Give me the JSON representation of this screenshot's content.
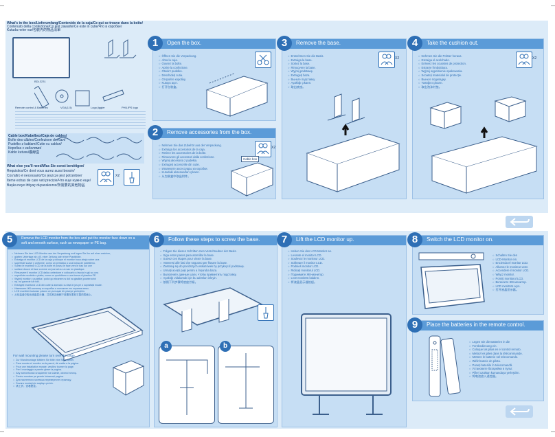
{
  "box_contents": {
    "heading": "What's in the box/Lieferumfang/Contenido de la caja/Ce qui se trouve dans la boîte/",
    "heading2": "Contenuto della confezione/Co jest zawarte/Ce este in cutie/Что в коробке/",
    "heading3": "Kutuda neler var/包裝內的物品清單",
    "model": "BDL3231",
    "items": [
      "Remote control & Batteries",
      "VGA(1.5)",
      "Logo jiggler",
      "PHILIPS logo"
    ]
  },
  "cable_box": {
    "heading": "Cable box/Kabelbox/Caja de cables/",
    "heading2": "Boîte des câbles/Confezione dei cavi/",
    "heading3": "Pudełko z kablami/Cutie cu cabluri/",
    "heading4": "Коробка с кабелями/",
    "heading5": "Kablo kutusu/纜線盒"
  },
  "what_you_need": {
    "heading": "What else you'll need/Was Sie sonst benötigen/",
    "heading2": "Requisitos/Ce dont vous aurez aussi besoin/",
    "heading3": "Cos'altro è necessario/Co jeszcze jest potrzebne/",
    "heading4": "Iteme extras de care veti precizie/Что еще нужно еще/",
    "heading5": "Başka neye ihtiyaç duyacaksınız/所需要的其他物品",
    "badge": "X2"
  },
  "steps": [
    {
      "num": "1",
      "title": "Open the box.",
      "lines": [
        "Öffnen Sie die Verpackung.",
        "Abra la caja.",
        "Ouvrez la boîte.",
        "Aprire la confezione.",
        "Otwórz pudełko.",
        "Deschideți cutia.",
        "Откройте коробку.",
        "Kutuyu açın.",
        "打开包装盒。"
      ]
    },
    {
      "num": "2",
      "title": "Remove accessories from the box.",
      "badge": "X2",
      "lines": [
        "Nehmen Sie das Zubehör aus der Verpackung.",
        "Extraiga los accesorios de la caja.",
        "Retirez les accessoires de la boîte.",
        "Rimuovere gli accessori dalla confezione.",
        "Wyjmij akcesoria z pudełka.",
        "Extrageți accesoriile din cutie.",
        "Извлеките аксессуары из коробки.",
        "Kutudaki aksesuarları çıkarın.",
        "从包装盒中取出附件。"
      ],
      "label": "Cable box"
    },
    {
      "num": "3",
      "title": "Remove the base.",
      "badge": "X2",
      "lines": [
        "Entnehmen Sie die Basis.",
        "Extraiga la base.",
        "Sortez la base.",
        "Rimuovere la base.",
        "Wyjmij podstawę.",
        "Extrageți baza.",
        "Выньте подставку.",
        "Ayaklığı çıkarın.",
        "取出底座。"
      ]
    },
    {
      "num": "4",
      "title": "Take the cushion out.",
      "badge": "X2",
      "lines": [
        "Nehmen Sie die Polster heraus.",
        "Extraiga el acolchado.",
        "Enlevez les coussins de protection.",
        "Estrarre l'imbottitura.",
        "Wyjmij wypełnienie opakowania.",
        "Scoateți materialul de protecție.",
        "Выньте подкладку.",
        "Yastığını çıkarın.",
        "取出泡沫衬垫。"
      ]
    },
    {
      "num": "5",
      "title": "Remove the LCD monitor from the box and put the monitor face down on a",
      "title2": "soft and smooth surface, such as newspaper or PE bag.",
      "lines": [
        "Nehmen Sie den LCD-Monitor aus der Verpackung und legen Sie ihn auf einer weichen,",
        "glatten Unterlage ab z.B. einer Zeitung oder einer Plastiktüte.",
        "Extraiga el monitor LCD de la caja y coloque el monitor boca abajo sobre una",
        "superficie suave y uniforme, como un periódico o una bolsa de polietileno.",
        "Sortez le moniteur LCD de la boîte et posez-le face vers le bas sur une",
        "surface douce et lisse comme un journal ou un sac en plastique.",
        "Rimuovere il monitor LCD dalla confezione e collocarlo a faccia in giù su una",
        "superficie morbida e piatta, come un quotidiano o una borsa di plastica PE.",
        "Wyjmij monitor z pudełka i połóż go ekranem w dół na gładkiej powierzchni",
        "np. na gazecie lub folii.",
        "Extrageți monitorul LCD din cutie și așezați-l cu fața în jos pe o suprafață moale.",
        "Извлеките ЖК-монитор из коробки и положите его экраном вниз.",
        "LCD monitörü kutudan çıkarın ve yumuşak bir yüzeye yerleştirin.",
        "从包装盒中取出液晶显示器，并将其正面朝下放置在柔软平整的表面上。"
      ],
      "wall_heading": "For wall mounting please turn over the page.",
      "wall_lines": [
        "Zur Wandmontage blättern Sie bitte eine Seite weiter.",
        "Para montar el monitor en la pared, dé vuelta a la página.",
        "Pour une installation murale, veuillez tourner la page.",
        "Per il montaggio a parete girare la pagina.",
        "Aby zamontować urządzenie na ścianie, odwróć stronę.",
        "Pentru montare pe perete întoarceți pagina.",
        "Для настенного монтажа переверните страницу.",
        "Duvara montaj için sayfayı çevirin.",
        "请上折，查看壁挂。"
      ]
    },
    {
      "num": "6",
      "title": "Follow these steps to screw the base.",
      "lines": [
        "Folgen Sie diesen Schritten zum Verschrauben der Basis.",
        "Siga estos pasos para atornillar la base.",
        "Suivez ces étapes pour visser la base.",
        "Attenersi alle fasi che seguono per fissare la base.",
        "Zastosuj się do poniższych wskazówek by przykręcić podstawę.",
        "Urmați acești pași pentru a înșuruba baza.",
        "Выполните данные шаги, чтобы привинтить подставку.",
        "Ayaklığı vidalamak için bu adımları izleyin.",
        "按照下列步骤将底座拧紧。"
      ],
      "sub_a": "a",
      "sub_b": "b"
    },
    {
      "num": "7",
      "title": "Lift the LCD monitor up.",
      "lines": [
        "Heben Sie den LCD-Monitor an.",
        "Levante el monitor LCD.",
        "Soulevez le moniteur LCD.",
        "Sollevare il monitor LCD.",
        "Podnieś monitor LCD.",
        "Ridicați monitorul LCD.",
        "Поднимите ЖК-монитор.",
        "LCD monitörü kaldırın.",
        "将液晶显示器抬起。"
      ]
    },
    {
      "num": "8",
      "title": "Switch the LCD monitor on.",
      "lines": [
        "Schalten Sie den",
        "LCD-Monitor ein.",
        "Encienda el monitor LCD.",
        "Allumez le moniteur LCD.",
        "Accendere il monitor LCD.",
        "Włącz monitor.",
        "Porniți monitorul LCD.",
        "Включите ЖК-монитор.",
        "LCD monitörü açın.",
        "打开液晶显示器。"
      ]
    },
    {
      "num": "9",
      "title": "Place the batteries in the remote control.",
      "lines": [
        "Legen Sie die Batterien in die",
        "Fernbedienung ein.",
        "Coloque las pilas en el control remoto.",
        "Mettez les piles dans la télécommande.",
        "Mettere le batterie nel telecomando.",
        "Włóż baterie do pilota.",
        "Puneți bateriile în telecomandă.",
        "Установите батарейки в пульт.",
        "Pilleri uzaktan kumandaya yerleştirin.",
        "将电池放入遥控器。"
      ]
    }
  ],
  "colors": {
    "panel": "#c6def4",
    "header": "#5b9bd8",
    "number": "#2e6fb5",
    "background": "#dcebf8"
  },
  "icons": {
    "cutter": "cutter-icon",
    "screwdriver": "screwdriver-icon",
    "people": "two-people-icon",
    "arrow": "return-arrow-icon"
  }
}
